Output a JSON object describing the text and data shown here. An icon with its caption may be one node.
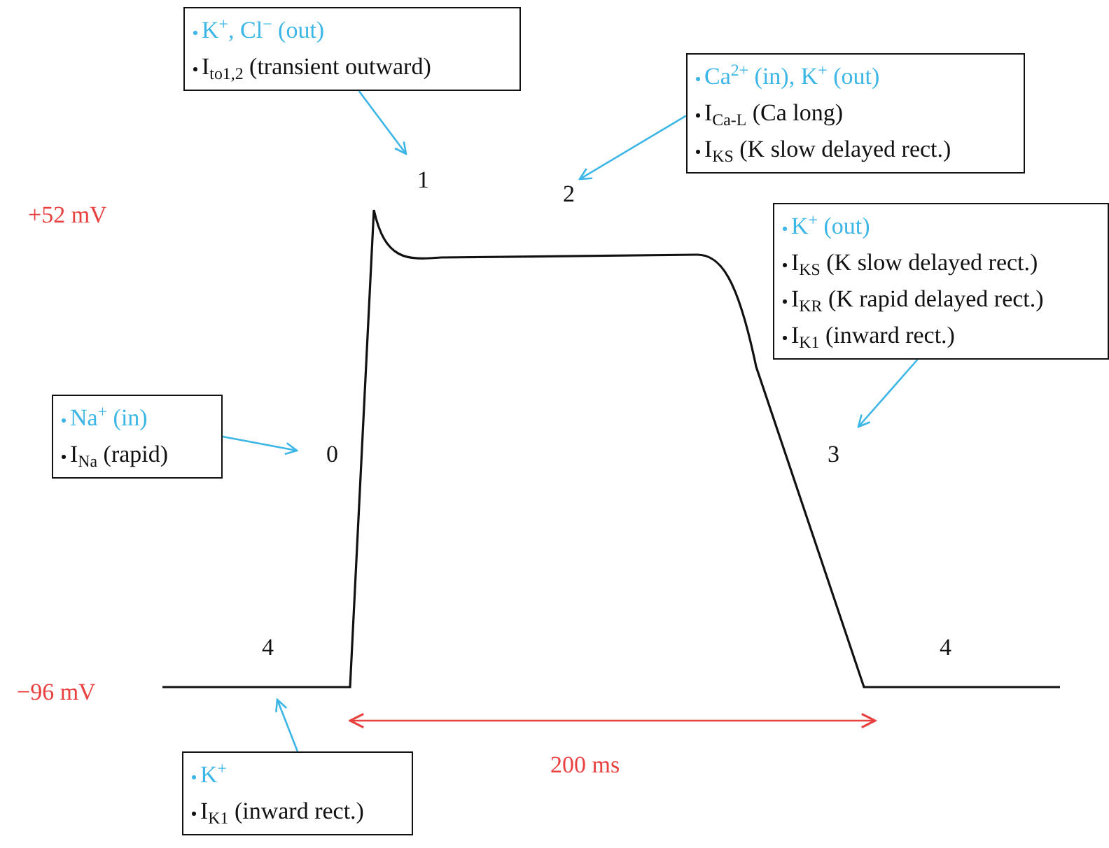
{
  "diagram": {
    "nodes": [
      {
        "text": [
          "K$^{+}$, Cl$^{−}$ (out)",
          "I$_{to1,2}$ (transient outward)"
        ]
      },
      {
        "text": [
          "1"
        ]
      },
      {
        "text": [
          "Ca$^{2+}$ (in), K$^{+}$ (out)",
          "I$_{Ca-L}$ (Ca long)",
          "I$_{KS}$ (K slow delayed rect.)"
        ]
      },
      {
        "text": [
          "2"
        ]
      },
      {
        "text": [
          "K$^{+}$ (out)",
          "I$_{KS}$ (K slow delayed rect.)",
          "I$_{KR}$ (K rapid delayed rect.)",
          "I$_{K1}$ (inward rect.)"
        ]
      },
      {
        "text": [
          "3"
        ]
      },
      {
        "text": [
          "Na$^{+}$ (in)",
          "I$_{Na}$ (rapid)"
        ]
      },
      {
        "text": [
          "0"
        ]
      },
      {
        "text": [
          "K$^{+}$",
          "I$_{K1}$ (inward rect.)"
        ]
      }
    ],
    "edges": [
      {
        "from": 0,
        "to": 1,
        "arrow": "to"
      },
      {
        "from": 2,
        "to": 3,
        "arrow": "to"
      },
      {
        "from": 4,
        "to": 5,
        "arrow": "to"
      },
      {
        "from": 6,
        "to": 7,
        "arrow": "to"
      },
      {
        "from": 8,
        "to": null,
        "arrow": "to"
      }
    ],
    "labels": [
      "+52 mV",
      "4",
      "4",
      "−96 mV",
      "200 ms"
    ]
  }
}
